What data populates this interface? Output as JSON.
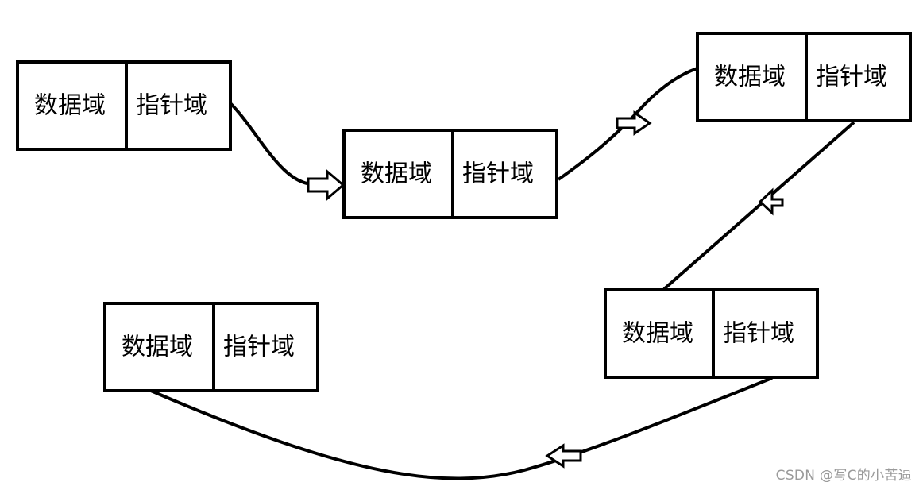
{
  "nodes": [
    {
      "data_label": "数据域",
      "pointer_label": "指针域"
    },
    {
      "data_label": "数据域",
      "pointer_label": "指针域"
    },
    {
      "data_label": "数据域",
      "pointer_label": "指针域"
    },
    {
      "data_label": "数据域",
      "pointer_label": "指针域"
    },
    {
      "data_label": "数据域",
      "pointer_label": "指针域"
    }
  ],
  "watermark": "CSDN @写C的小苦逼",
  "colors": {
    "stroke": "#000000",
    "background": "#ffffff",
    "watermark": "#9a9a9a"
  }
}
